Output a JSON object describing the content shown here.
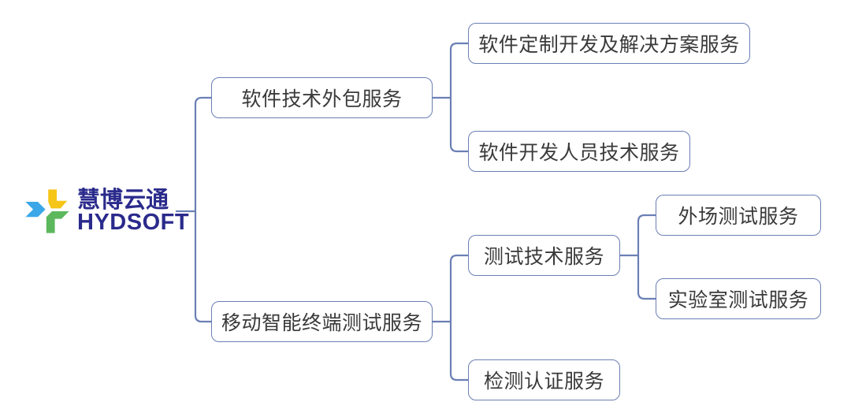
{
  "diagram": {
    "type": "tree",
    "orientation": "left-to-right",
    "line_color": "#6b7fb5",
    "box_border_color": "#6b7fb5",
    "box_fill": "#ffffff",
    "text_color": "#3a3a3a",
    "background": "#ffffff"
  },
  "root": {
    "name": "hydsoft-logo",
    "brand_cn": "慧博云通",
    "brand_en": "HYDSOFT",
    "brand_color": "#2a2a8c",
    "mark_colors": {
      "blue": "#3ba7e8",
      "yellow": "#f5c518",
      "green": "#5cb85c"
    }
  },
  "nodes": {
    "branch1": {
      "label": "软件技术外包服务",
      "children": [
        {
          "label": "软件定制开发及解决方案服务"
        },
        {
          "label": "软件开发人员技术服务"
        }
      ]
    },
    "branch2": {
      "label": "移动智能终端测试服务",
      "children": [
        {
          "label": "测试技术服务",
          "children": [
            {
              "label": "外场测试服务"
            },
            {
              "label": "实验室测试服务"
            }
          ]
        },
        {
          "label": "检测认证服务"
        }
      ]
    }
  }
}
